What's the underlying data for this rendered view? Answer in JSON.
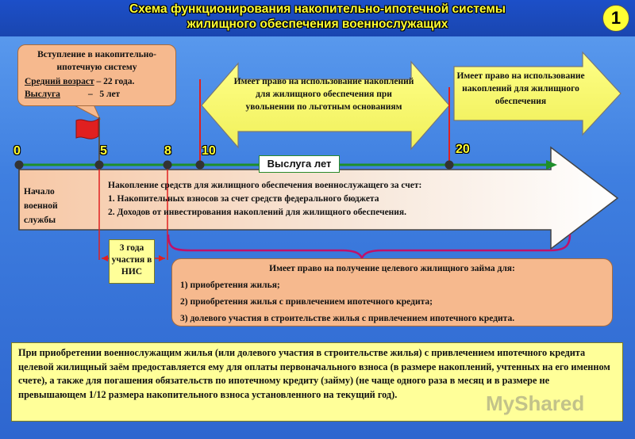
{
  "header": {
    "title_line1": "Схема функционирования накопительно-ипотечной системы",
    "title_line2": "жилищного обеспечения военнослужащих",
    "slide_number": "1"
  },
  "entry_callout": {
    "heading": "Вступление в накопительно-ипотечную систему",
    "age_label": "Средний возраст",
    "age_value": "– 22 года.",
    "service_label": "Выслуга",
    "service_value": "–   5 лет"
  },
  "arrow_dismissal": "Имеет право на использование накоплений для жилищного обеспечения при увольнении по льготным основаниям",
  "arrow_twenty": "Имеет право на использование накоплений для жилищного обеспечения",
  "timeline": {
    "ticks": [
      "0",
      "5",
      "8",
      "10",
      "20"
    ],
    "axis_label": "Выслуга лет",
    "start_label": "Начало военной службы",
    "accum_heading": "Накопление средств для жилищного обеспечения военнослужащего за счет:",
    "accum_item1": "1. Накопительных взносов за счет средств федерального бюджета",
    "accum_item2": "2. Доходов от инвестирования накоплений для жилищного обеспечения."
  },
  "nis_box": "3 года участия в НИС",
  "loan_box": {
    "heading": "Имеет право на получение целевого жилищного займа для:",
    "item1": "1) приобретения жилья;",
    "item2": "2) приобретения жилья с привлечением ипотечного кредита;",
    "item3": "3) долевого участия в строительстве жилья с привлечением ипотечного кредита."
  },
  "bottom_note": "При приобретении военнослужащим жилья (или долевого участия в строительстве жилья) с привлечением ипотечного кредита целевой жилищный заём предоставляется ему для оплаты первоначального взноса (в размере накоплений, учтенных на его именном счете), а также для погашения обязательств по ипотечному кредиту (займу) (не чаще одного раза в месяц и в размере не превышающем 1/12 размера накопительного взноса установленного на текущий год).",
  "watermark": "MyShared",
  "colors": {
    "title_text": "#ffff33",
    "peach": "#f6b98e",
    "light_yellow": "#ffff99",
    "arrow_yellow": "#ffff66",
    "timeline_green": "#1f8f2a",
    "marker_red": "#e02020",
    "flag_red": "#e02020"
  }
}
